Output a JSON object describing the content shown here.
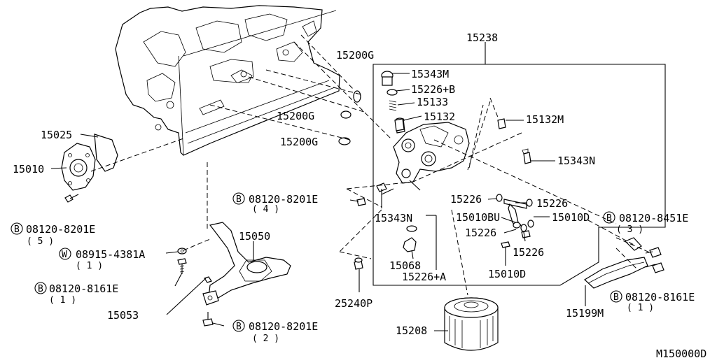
{
  "diagram_code": "M150000D",
  "labels": {
    "p15238": "15238",
    "p15200g_a": "15200G",
    "p15200g_b": "15200G",
    "p15200g_c": "15200G",
    "p15343m": "15343M",
    "p15226b": "15226+B",
    "p15133": "15133",
    "p15132": "15132",
    "p15132m": "15132M",
    "p15343n_a": "15343N",
    "p15343n_b": "15343N",
    "p15226_a": "15226",
    "p15226_b": "15226",
    "p15226_c": "15226",
    "p15226_d": "15226",
    "p15010bu": "15010BU",
    "p15010d_a": "15010D",
    "p15010d_b": "15010D",
    "p15068": "15068",
    "p15226a": "15226+A",
    "p25240p": "25240P",
    "p15208": "15208",
    "p15199m": "15199M",
    "p15025": "15025",
    "p15010": "15010",
    "p15050": "15050",
    "p15053": "15053",
    "b1_code": "08120-8201E",
    "b1_qty": "( 5 )",
    "w1_code": "08915-4381A",
    "w1_qty": "( 1 )",
    "b2_code": "08120-8161E",
    "b2_qty": "( 1 )",
    "b3_code": "08120-8201E",
    "b3_qty": "( 2 )",
    "b4_code": "08120-8201E",
    "b4_qty": "( 4 )",
    "b5_code": "08120-8451E",
    "b5_qty": "( 3 )",
    "b6_code": "08120-8161E",
    "b6_qty": "( 1 )"
  },
  "badges": {
    "bolt": "B",
    "washer": "W"
  }
}
